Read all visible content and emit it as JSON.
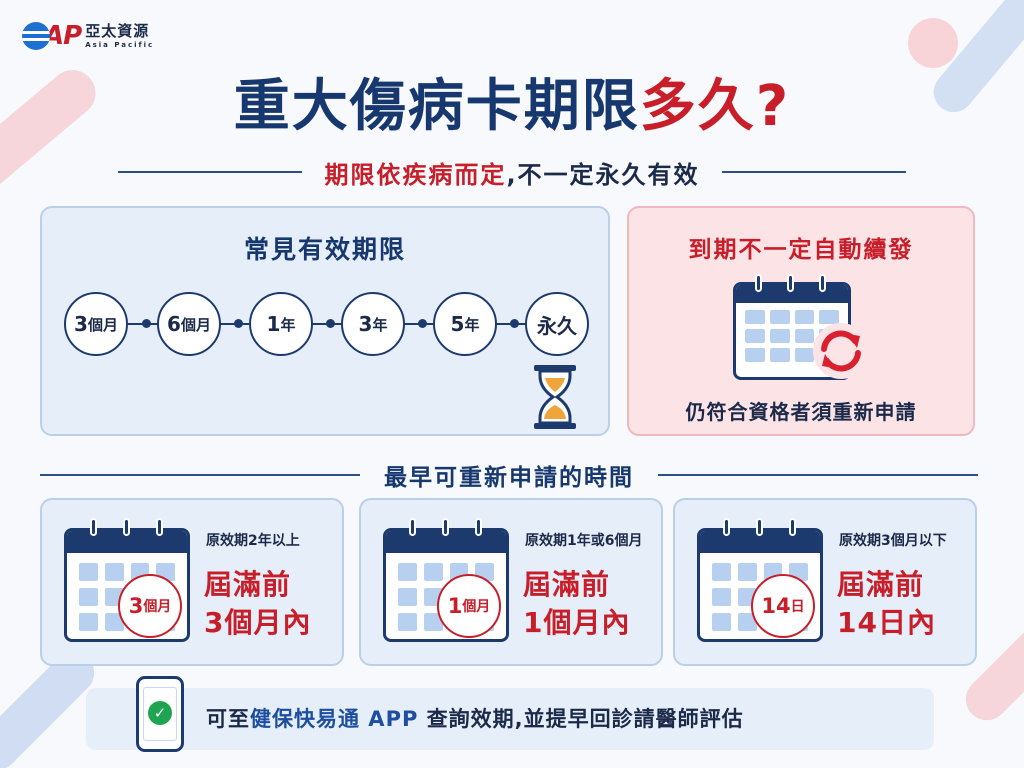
{
  "logo": {
    "mark": "AP",
    "name_cn": "亞太資源",
    "name_en": "Asia Pacific"
  },
  "title": {
    "part1": "重大傷病卡期限",
    "part2": "多久?"
  },
  "subtitle": {
    "part1": "期限依疾病而定",
    "part2": ",不一定永久有效"
  },
  "periods": {
    "title": "常見有效期限",
    "items": [
      {
        "num": "3",
        "unit": "個月"
      },
      {
        "num": "6",
        "unit": "個月"
      },
      {
        "num": "1",
        "unit": "年"
      },
      {
        "num": "3",
        "unit": "年"
      },
      {
        "num": "5",
        "unit": "年"
      },
      {
        "num": "永久",
        "unit": ""
      }
    ],
    "icon": "hourglass-icon"
  },
  "renewal": {
    "title": "到期不一定自動續發",
    "note": "仍符合資格者須重新申請",
    "icons": [
      "calendar-icon",
      "refresh-icon"
    ]
  },
  "reapply": {
    "title": "最早可重新申請的時間",
    "cards": [
      {
        "badge_num": "3",
        "badge_unit": "個月",
        "condition": "原效期2年以上",
        "line1": "屆滿前",
        "line2": "3個月內"
      },
      {
        "badge_num": "1",
        "badge_unit": "個月",
        "condition": "原效期1年或6個月",
        "line1": "屆滿前",
        "line2": "1個月內"
      },
      {
        "badge_num": "14",
        "badge_unit": "日",
        "condition": "原效期3個月以下",
        "line1": "屆滿前",
        "line2": "14日內"
      }
    ]
  },
  "footer": {
    "part1": "可至",
    "part2": "健保快易通 APP",
    "part3": " 查詢效期,並提早回診請醫師評估",
    "icon": "phone-check-icon"
  },
  "colors": {
    "navy": "#17386e",
    "red": "#c81e2a",
    "panel_blue": "#e6eff9",
    "panel_pink": "#fbe3e6",
    "calendar_cell": "#b8d0ef",
    "check_green": "#1fa552"
  }
}
